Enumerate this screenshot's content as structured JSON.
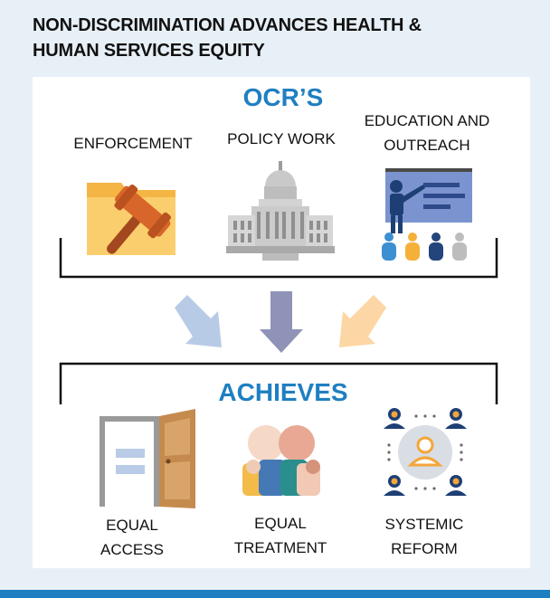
{
  "title": {
    "line1": "NON-DISCRIMINATION ADVANCES HEALTH &",
    "line2": "HUMAN SERVICES EQUITY"
  },
  "top": {
    "heading": "OCR’S",
    "items": [
      {
        "label": [
          "ENFORCEMENT"
        ],
        "icon": "gavel-icon"
      },
      {
        "label": [
          "POLICY WORK"
        ],
        "icon": "capitol-building-icon"
      },
      {
        "label": [
          "EDUCATION AND",
          "OUTREACH"
        ],
        "icon": "presentation-icon"
      }
    ]
  },
  "bottom": {
    "heading": "ACHIEVES",
    "items": [
      {
        "label": [
          "EQUAL",
          "ACCESS"
        ],
        "icon": "open-door-icon"
      },
      {
        "label": [
          "EQUAL",
          "TREATMENT"
        ],
        "icon": "people-icon"
      },
      {
        "label": [
          "SYSTEMIC",
          "REFORM"
        ],
        "icon": "network-people-icon"
      }
    ]
  },
  "colors": {
    "heading": "#1f7fc1",
    "bar": "#1d7fc0",
    "arrow_left": "#b8cbe6",
    "arrow_center": "#8f93b7",
    "arrow_right": "#fcd6a4"
  }
}
